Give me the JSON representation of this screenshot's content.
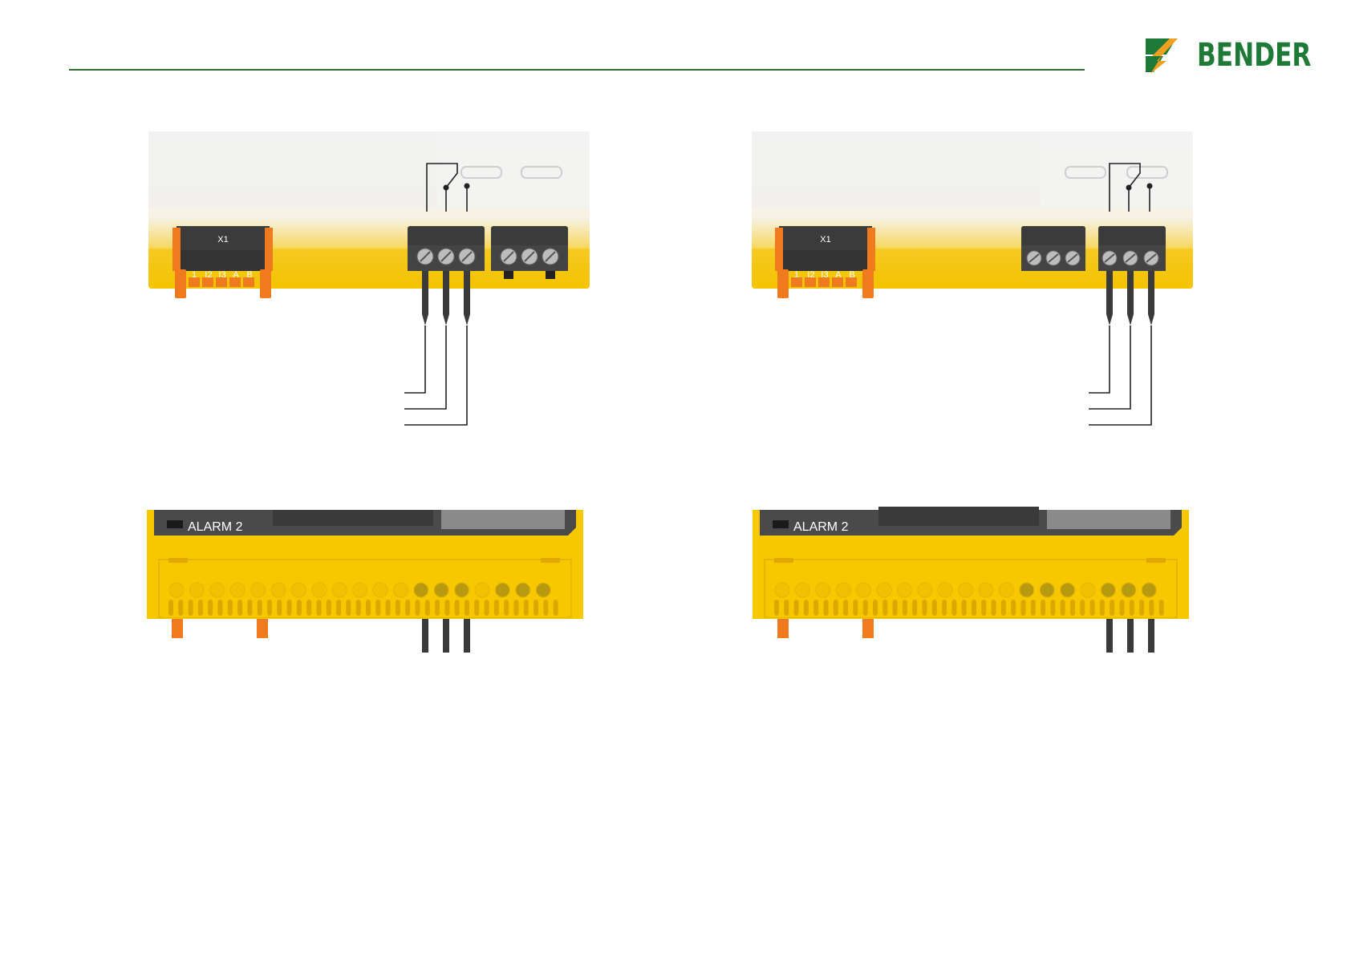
{
  "brand": {
    "name": "BENDER",
    "green": "#1e7a36",
    "orange": "#f0a020"
  },
  "colors": {
    "device_yellow": "#f7c800",
    "terminal_dark": "#3b3b3b",
    "connector_orange": "#f07a1e",
    "rule_green": "#2e6b2e"
  },
  "views": [
    {
      "id": "top-left",
      "connector_label": "X1",
      "pins": [
        "1",
        "I2",
        "I3",
        "A",
        "B"
      ]
    },
    {
      "id": "top-right",
      "connector_label": "X1",
      "pins": [
        "1",
        "I2",
        "I3",
        "A",
        "B"
      ]
    },
    {
      "id": "front-left",
      "alarm_label": "ALARM 2"
    },
    {
      "id": "front-right",
      "alarm_label": "ALARM 2"
    }
  ]
}
